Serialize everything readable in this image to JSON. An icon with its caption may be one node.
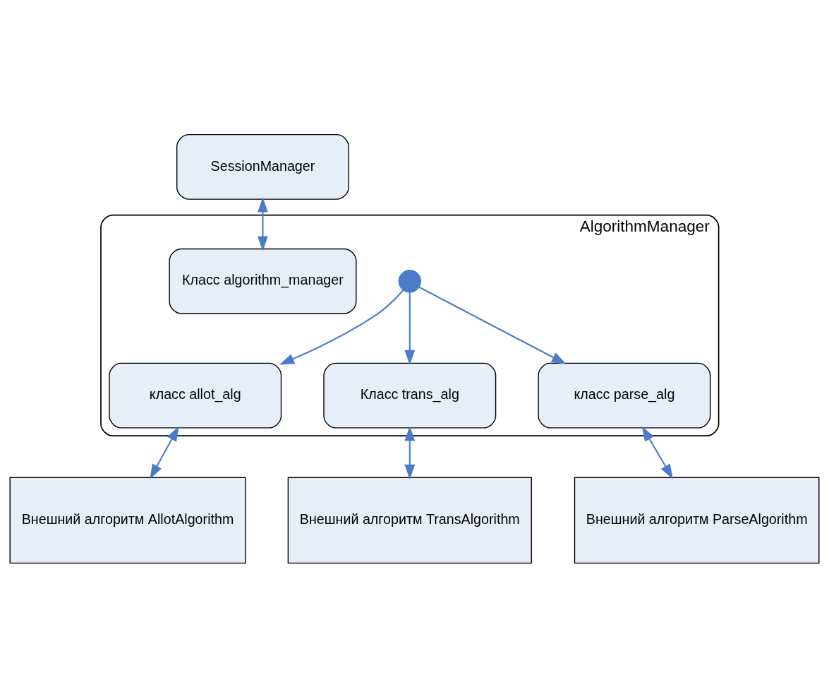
{
  "diagram": {
    "nodes": [
      {
        "text": [
          "SessionManager"
        ]
      },
      {
        "text": [
          "AlgorithmManager"
        ]
      },
      {
        "text": [
          "Класс algorithm_manager"
        ],
        "in": 1
      },
      {
        "text": [],
        "shape": "circle",
        "in": 1
      },
      {
        "text": [
          "класс allot_alg"
        ],
        "in": 1
      },
      {
        "text": [
          "Класс trans_alg"
        ],
        "in": 1
      },
      {
        "text": [
          "класс parse_alg"
        ],
        "in": 1
      },
      {
        "text": [
          "Внешний алгоритм AllotAlgorithm"
        ]
      },
      {
        "text": [
          "Внешний алгоритм TransAlgorithm"
        ]
      },
      {
        "text": [
          "Внешний алгоритм ParseAlgorithm"
        ]
      }
    ],
    "edges": [
      {
        "from": 0,
        "to": 2,
        "arrow": "both"
      },
      {
        "from": 3,
        "to": 4,
        "arrow": "to"
      },
      {
        "from": 3,
        "to": 5,
        "arrow": "to"
      },
      {
        "from": 3,
        "to": 6,
        "arrow": "to"
      },
      {
        "from": 4,
        "to": 7,
        "arrow": "both"
      },
      {
        "from": 5,
        "to": 8,
        "arrow": "both"
      },
      {
        "from": 6,
        "to": 9,
        "arrow": "both"
      }
    ]
  }
}
